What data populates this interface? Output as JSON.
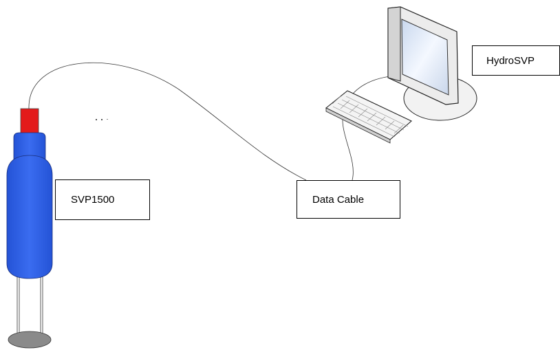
{
  "labels": {
    "probe": "SVP1500",
    "cable": "Data Cable",
    "computer": "HydroSVP"
  },
  "colors": {
    "probe_body": "#2e5ee0",
    "probe_cap": "#e31b1b",
    "probe_base": "#8a8a8a",
    "monitor_frame": "#ececec",
    "screen": "#dde8f5"
  },
  "icons": [
    "sound-velocity-probe-icon",
    "desktop-computer-icon",
    "keyboard-icon"
  ]
}
